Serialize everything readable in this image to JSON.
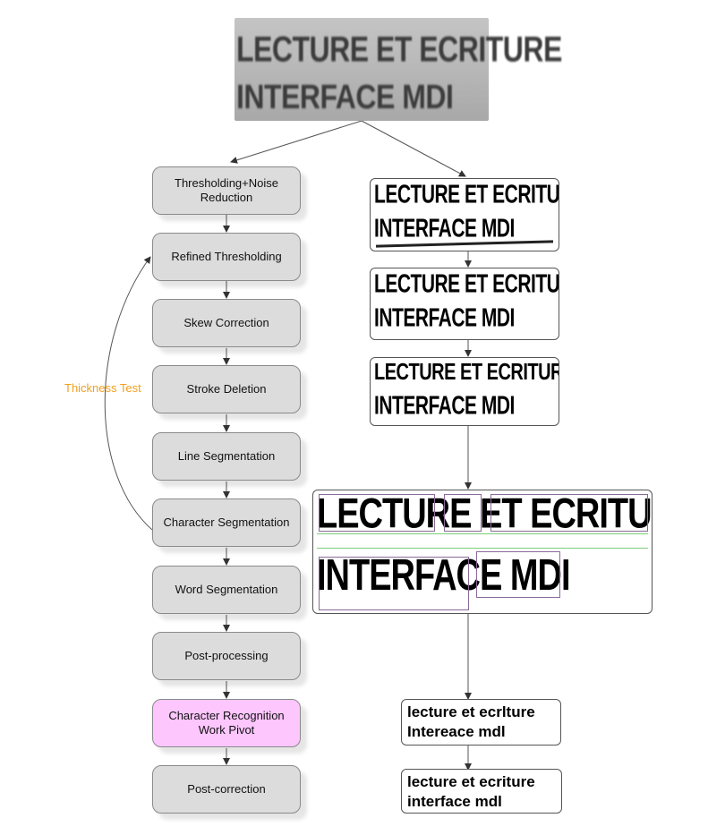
{
  "banner": {
    "line1": "LECTURE ET ECRITURE",
    "line2": "INTERFACE MDI"
  },
  "steps": [
    "Thresholding+Noise Reduction",
    "Refined Thresholding",
    "Skew Correction",
    "Stroke Deletion",
    "Line Segmentation",
    "Character Segmentation",
    "Word Segmentation",
    "Post-processing",
    "Character Recognition Work Pivot",
    "Post-correction"
  ],
  "feedback_label": "Thickness Test",
  "binarized": {
    "line1": "LECTURE ET ECRITURE",
    "line2": "INTERFACE MDI"
  },
  "segmented": {
    "line1": "LECTURE ET ECRITURE",
    "line2": "INTERFACE MDI"
  },
  "ocr_output": {
    "line1": "lecture et ecrlture",
    "line2": "Intereace mdl"
  },
  "corrected_output": {
    "line1": "lecture et ecriture",
    "line2": "interface mdl"
  },
  "colors": {
    "box": "#dcdcdc",
    "highlight": "#fdc6fd",
    "feedback": "#f0a020"
  }
}
